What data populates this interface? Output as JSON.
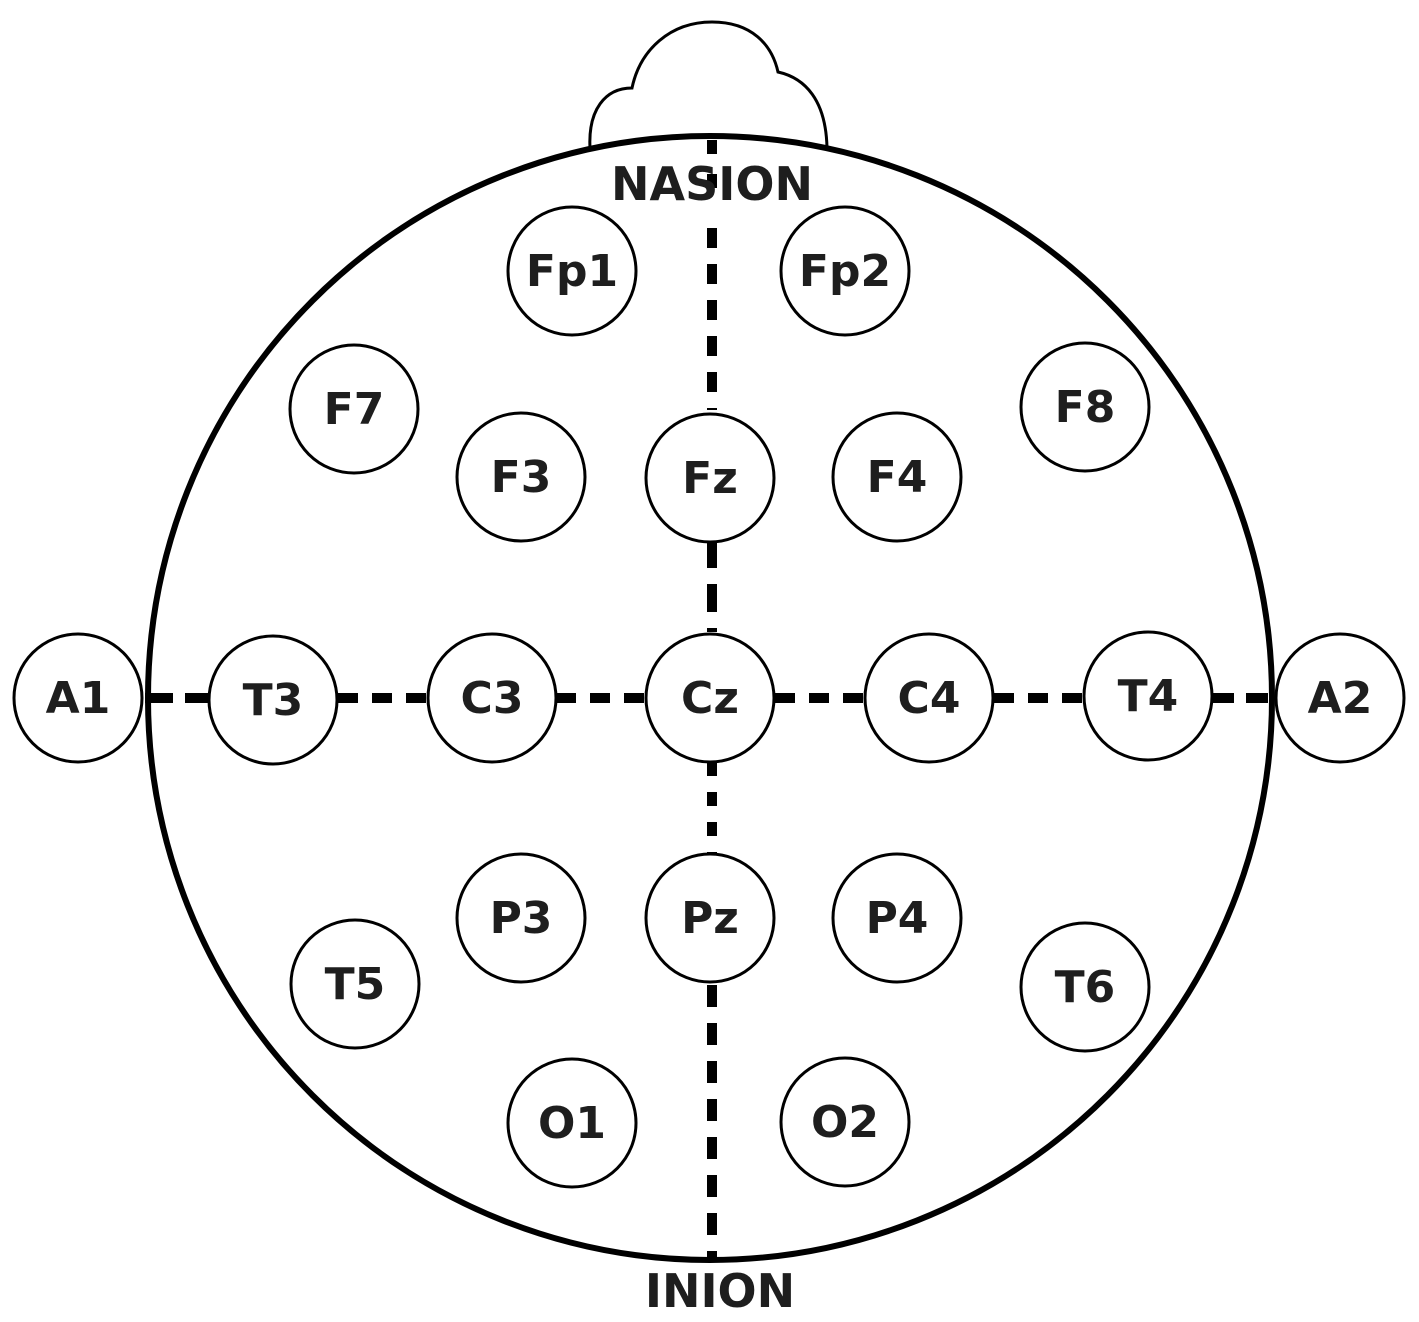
{
  "landmarks": {
    "top": "NASION",
    "bottom": "INION"
  },
  "electrodes": {
    "fp1": "Fp1",
    "fp2": "Fp2",
    "f7": "F7",
    "f3": "F3",
    "fz": "Fz",
    "f4": "F4",
    "f8": "F8",
    "a1": "A1",
    "t3": "T3",
    "c3": "C3",
    "cz": "Cz",
    "c4": "C4",
    "t4": "T4",
    "a2": "A2",
    "t5": "T5",
    "p3": "P3",
    "pz": "Pz",
    "p4": "P4",
    "t6": "T6",
    "o1": "O1",
    "o2": "O2"
  }
}
